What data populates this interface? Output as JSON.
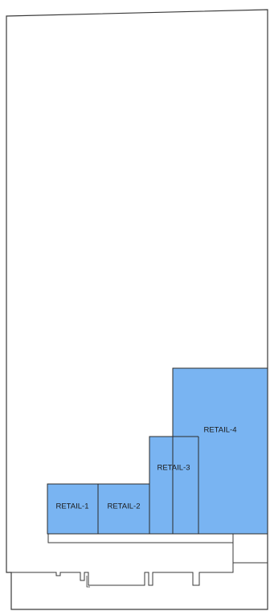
{
  "floor_plan": {
    "units": [
      {
        "id": "retail-1",
        "label": "RETAIL-1",
        "fill": "#79b4f2"
      },
      {
        "id": "retail-2",
        "label": "RETAIL-2",
        "fill": "#79b4f2"
      },
      {
        "id": "retail-3",
        "label": "RETAIL-3",
        "fill": "#79b4f2"
      },
      {
        "id": "retail-4",
        "label": "RETAIL-4",
        "fill": "#79b4f2"
      }
    ],
    "colors": {
      "unit_fill": "#79b4f2",
      "outline": "#3a3a3a",
      "background": "#ffffff"
    }
  }
}
